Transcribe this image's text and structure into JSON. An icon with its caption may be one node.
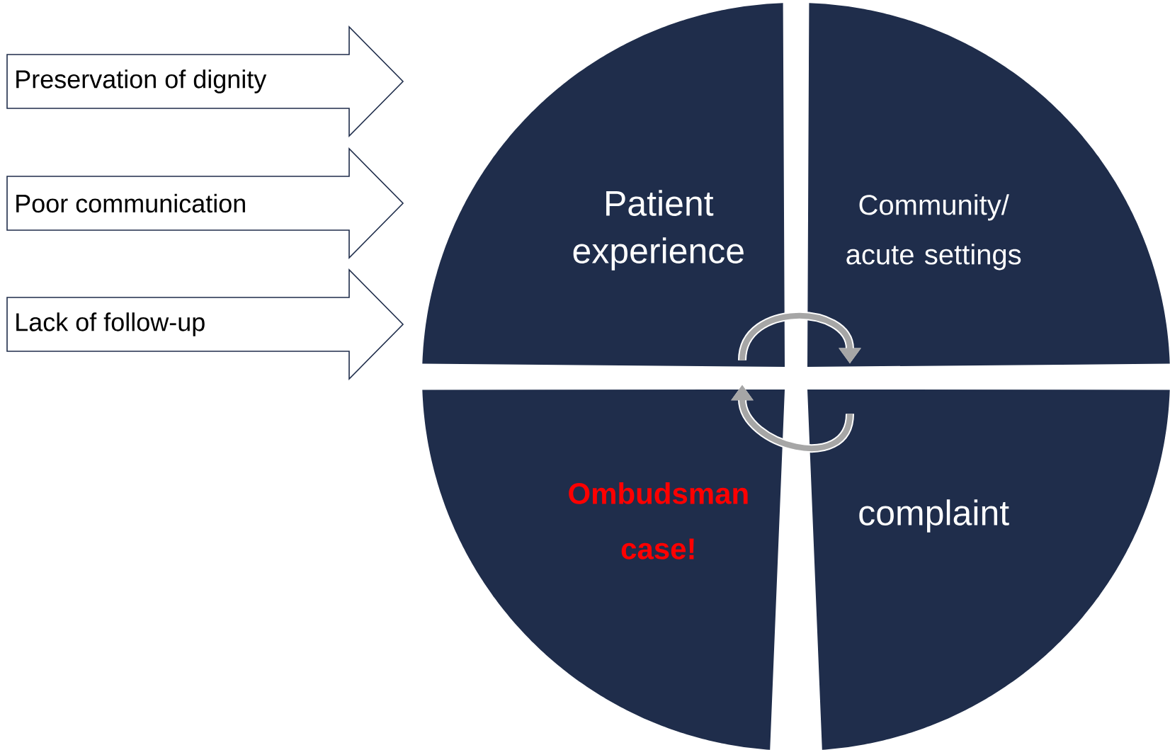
{
  "diagram": {
    "nodes": [
      {
        "text": [
          "Preservation of dignity"
        ]
      },
      {
        "text": [
          "Poor communication"
        ]
      },
      {
        "text": [
          "Lack of follow-up"
        ]
      },
      {
        "text": [
          "Patient experience"
        ]
      },
      {
        "text": [
          "Community/ acute settings"
        ]
      },
      {
        "text": [
          "Ombudsman case!"
        ]
      },
      {
        "text": [
          "complaint"
        ]
      }
    ],
    "edges": [
      {
        "from": 3,
        "to": 4,
        "arrow": "to"
      },
      {
        "from": 6,
        "to": 5,
        "arrow": "to"
      }
    ]
  }
}
